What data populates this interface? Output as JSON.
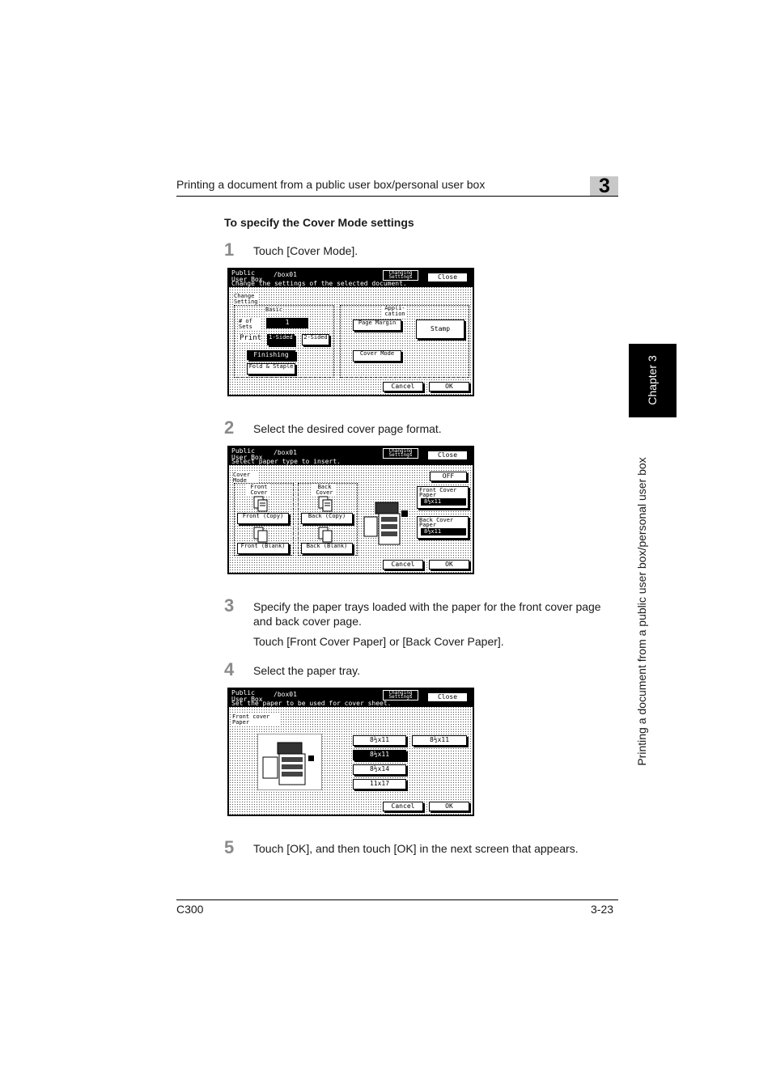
{
  "header": {
    "title": "Printing a document from a public user box/personal user box",
    "chapter_number": "3"
  },
  "section_title": "To specify the Cover Mode settings",
  "steps": [
    {
      "number": "1",
      "text": "Touch [Cover Mode]."
    },
    {
      "number": "2",
      "text": "Select the desired cover page format."
    },
    {
      "number": "3",
      "text": "Specify the paper trays loaded with the paper for the front cover page and back cover page.",
      "sub": "Touch [Front Cover Paper] or [Back Cover Paper]."
    },
    {
      "number": "4",
      "text": "Select the paper tray."
    },
    {
      "number": "5",
      "text": "Touch [OK], and then touch [OK] in the next screen that appears."
    }
  ],
  "footer": {
    "model": "C300",
    "page": "3-23"
  },
  "side_tab": {
    "chapter": "Chapter 3",
    "title": "Printing a document from a public user box/personal user box"
  },
  "screens": {
    "common": {
      "box_label": "Public User Box",
      "path": "/box01",
      "changing": "Changing Settings",
      "close": "Close",
      "cancel": "Cancel",
      "ok": "OK"
    },
    "s1": {
      "message": "Change the settings of the selected document.",
      "change_setting": "Change Setting",
      "basic": "Basic",
      "sets_label": "# of Sets",
      "sets_value": "1",
      "print_label": "Print",
      "one_sided": "1-Sided",
      "two_sided": "2-Sided",
      "finishing": "Finishing",
      "fold_staple": "Fold & Staple",
      "application": "Appli-cation",
      "page_margin": "Page Margin",
      "stamp": "Stamp",
      "cover_mode": "Cover Mode"
    },
    "s2": {
      "message": "Select paper type to insert.",
      "cover_mode": "Cover Mode",
      "off": "OFF",
      "front_cover": "Front Cover",
      "back_cover": "Back Cover",
      "front_copy": "Front (Copy)",
      "back_copy": "Back (Copy)",
      "front_blank": "Front (Blank)",
      "back_blank": "Back (Blank)",
      "front_cover_paper": "Front Cover Paper",
      "back_cover_paper": "Back Cover Paper",
      "paper_size": "8½x11"
    },
    "s4": {
      "message": "Set the paper to be used for cover sheet.",
      "front_cover_paper": "Front cover Paper",
      "trays": [
        "8½x11",
        "8½x11",
        "8½x14",
        "11x17"
      ],
      "bypass": "8½x11"
    }
  }
}
